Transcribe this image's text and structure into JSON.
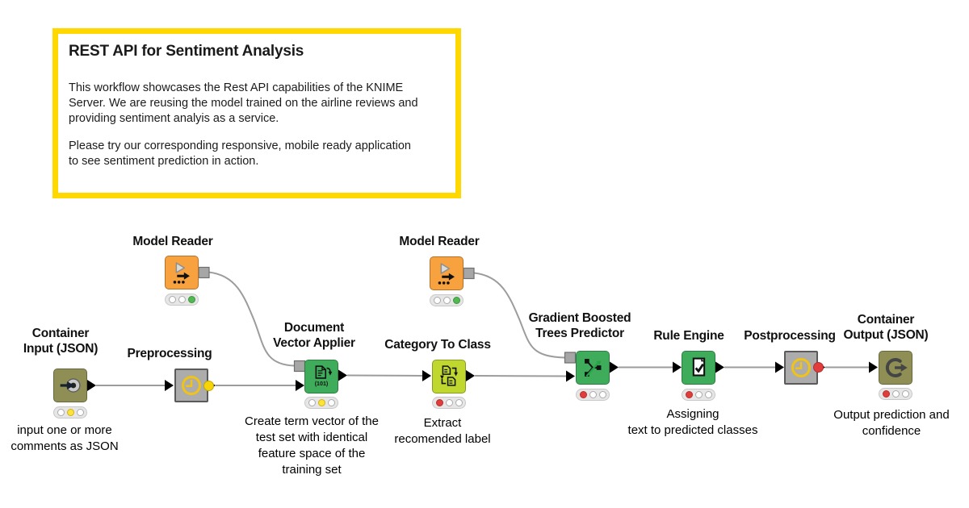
{
  "colors": {
    "annotation_border": "#FFD800",
    "olive": "#8F8F55",
    "orange": "#F7A13F",
    "green": "#3FAC5C",
    "lime": "#BFD72F",
    "metanode_gray": "#ACACAC",
    "wire_gray": "#9C9C9C",
    "light_red": "#E23D3D",
    "light_yellow": "#FFE437",
    "light_green": "#52B852",
    "port_dot_yellow": "#F7D408",
    "port_dot_red": "#E23D3D",
    "clock_yellow": "#EFC319"
  },
  "annotation": {
    "title": "REST API for Sentiment Analysis",
    "paragraph1": [
      "This workflow showcases the Rest API capabilities of the KNIME",
      "Server. We are reusing the model trained on the airline reviews and",
      "providing sentiment analyis as a service."
    ],
    "paragraph2": [
      "Please try our corresponding responsive, mobile ready application",
      "to see sentiment prediction in action."
    ]
  },
  "nodes": {
    "container_input": {
      "name": [
        "Container",
        "Input (JSON)"
      ],
      "caption": [
        "input one or more",
        "comments as JSON"
      ],
      "lights": [
        "off",
        "yellow",
        "off"
      ]
    },
    "model_reader_1": {
      "name": [
        "Model Reader"
      ],
      "lights": [
        "off",
        "off",
        "green"
      ]
    },
    "preprocessing": {
      "name": [
        "Preprocessing"
      ]
    },
    "document_vector_applier": {
      "name": [
        "Document",
        "Vector Applier"
      ],
      "caption": [
        "Create term vector of the",
        "test set with identical",
        "feature space of the",
        "training set"
      ],
      "lights": [
        "off",
        "yellow",
        "off"
      ]
    },
    "category_to_class": {
      "name": [
        "Category To Class"
      ],
      "caption": [
        "Extract",
        "recomended label"
      ],
      "lights": [
        "red",
        "off",
        "off"
      ]
    },
    "model_reader_2": {
      "name": [
        "Model Reader"
      ],
      "lights": [
        "off",
        "off",
        "green"
      ]
    },
    "gbt_predictor": {
      "name": [
        "Gradient Boosted",
        "Trees Predictor"
      ],
      "lights": [
        "red",
        "off",
        "off"
      ]
    },
    "rule_engine": {
      "name": [
        "Rule Engine"
      ],
      "caption": [
        "Assigning",
        "text to predicted classes"
      ],
      "lights": [
        "red",
        "off",
        "off"
      ]
    },
    "postprocessing": {
      "name": [
        "Postprocessing"
      ]
    },
    "container_output": {
      "name": [
        "Container",
        "Output (JSON)"
      ],
      "caption": [
        "Output prediction and",
        "confidence"
      ],
      "lights": [
        "red",
        "off",
        "off"
      ]
    }
  },
  "icons": {
    "container_input": "input-socket-icon",
    "model_reader": "play-arrow-reader-icon",
    "preprocessing": "clock-icon",
    "document_vector_applier": "document-vector-icon",
    "category_to_class": "documents-convert-icon",
    "gbt_predictor": "decision-tree-icon",
    "rule_engine": "document-check-icon",
    "postprocessing": "clock-icon",
    "container_output": "circular-arrow-output-icon"
  }
}
